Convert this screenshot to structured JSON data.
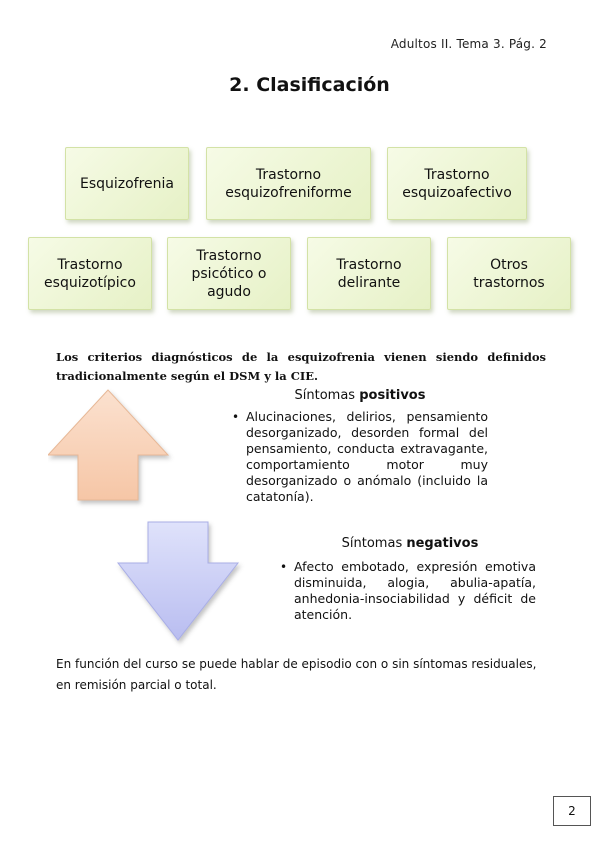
{
  "header": {
    "text": "Adultos II. Tema 3. Pág. 2"
  },
  "title": "2. Clasificación",
  "classification": {
    "boxes": [
      "Esquizofrenia",
      "Trastorno esquizofreniforme",
      "Trastorno esquizoafectivo",
      "Trastorno esquizotípico",
      "Trastorno psicótico o agudo",
      "Trastorno delirante",
      "Otros trastornos"
    ]
  },
  "intro": "Los criterios diagnósticos de la esquizofrenia vienen siendo definidos tradicionalmente según el DSM y la CIE.",
  "positive": {
    "heading_prefix": "Síntomas ",
    "heading_emph": "positivos",
    "items": [
      "Alucinaciones, delirios, pensamiento desorganizado, desorden formal del pensamiento, conducta extravagante, comportamiento motor muy desorganizado o anómalo (incluido la catatonía)."
    ]
  },
  "negative": {
    "heading_prefix": "Síntomas ",
    "heading_emph": "negativos",
    "items": [
      "Afecto embotado, expresión emotiva disminuida, alogia, abulia-apatía, anhedonia-insociabilidad y déficit de atención."
    ]
  },
  "footnote": "En función del curso se puede hablar de episodio con o sin síntomas residuales, en remisión parcial o total.",
  "page_number": "2",
  "colors": {
    "box_fill": "#e6f1c6",
    "up_arrow": "#f9d2b6",
    "down_arrow": "#c3c8f1"
  }
}
